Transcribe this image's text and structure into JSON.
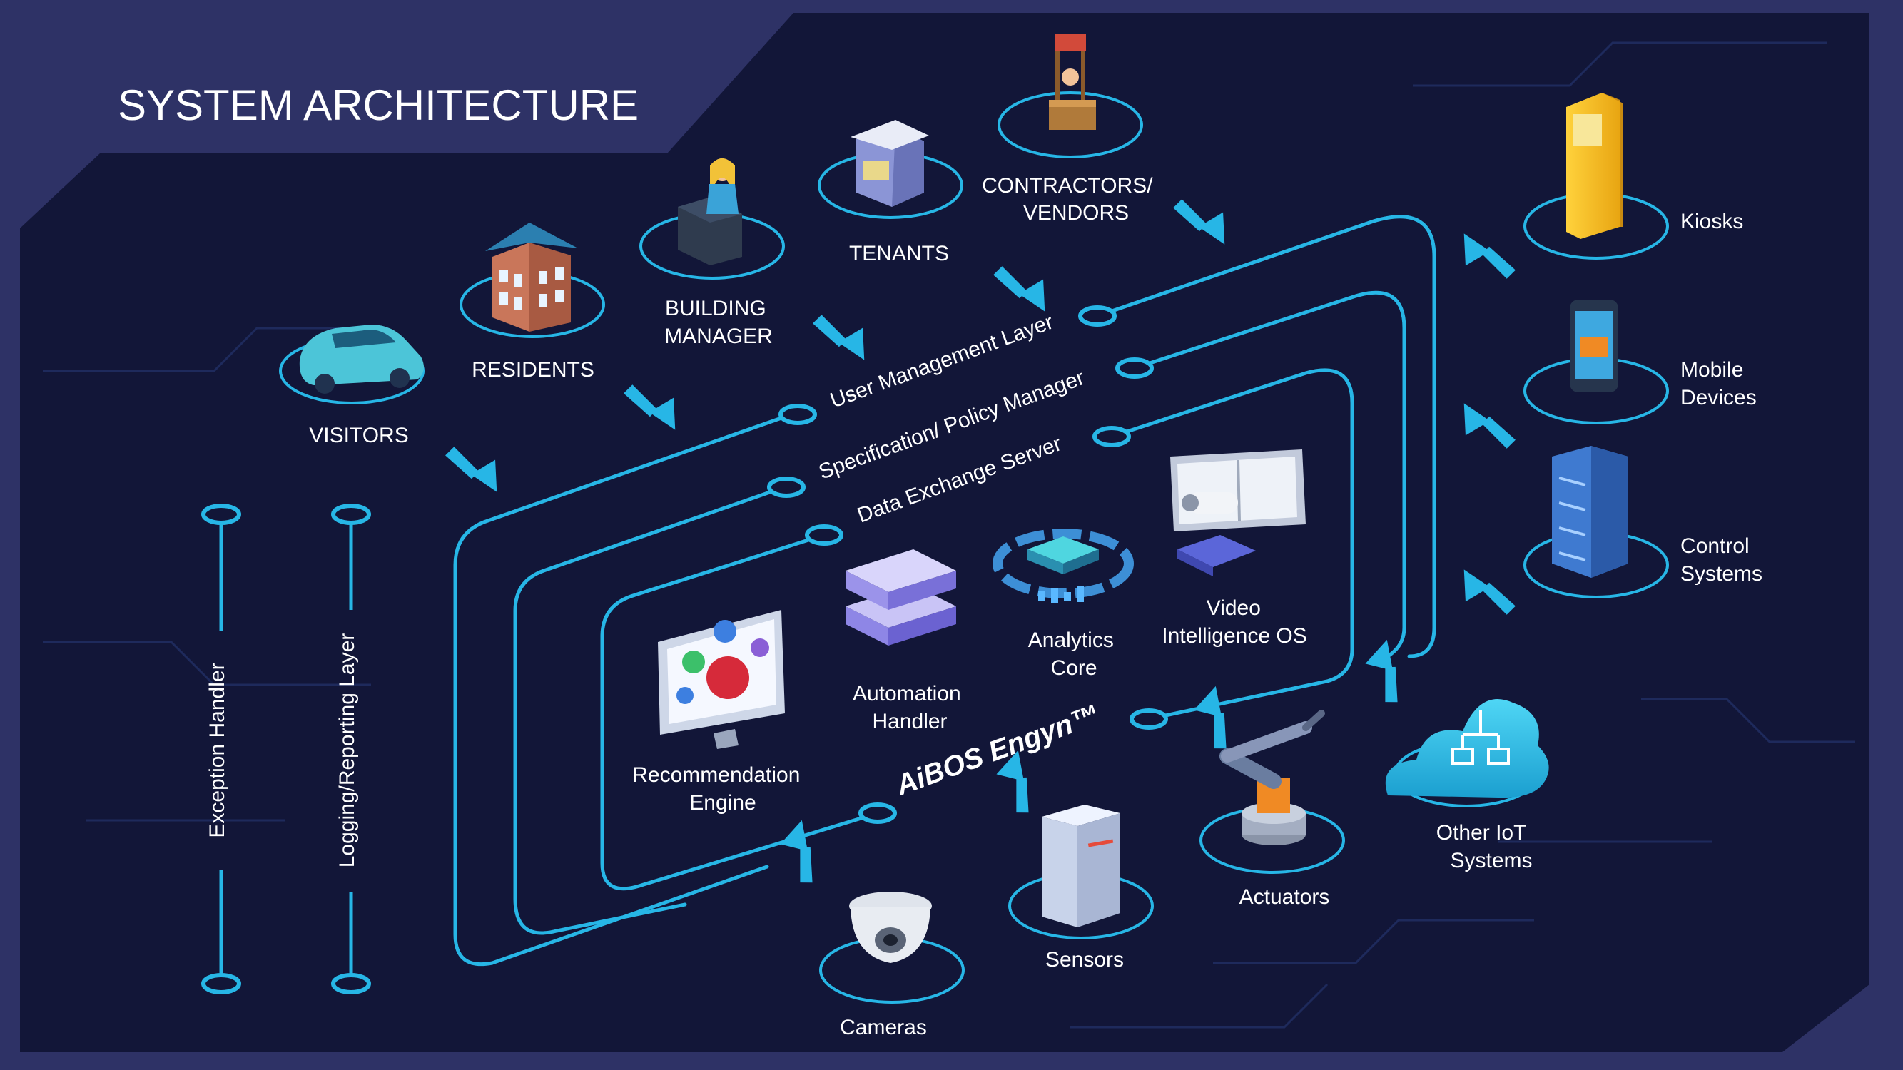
{
  "title": "SYSTEM ARCHITECTURE",
  "colors": {
    "background": "#121638",
    "frame": "#2e3266",
    "accent": "#27b6e6",
    "text": "#ffffff"
  },
  "stakeholders": {
    "visitors": [
      "VISITORS"
    ],
    "residents": [
      "RESIDENTS"
    ],
    "building_manager": [
      "BUILDING",
      "MANAGER"
    ],
    "tenants": [
      "TENANTS"
    ],
    "contractors": [
      "CONTRACTORS/",
      "VENDORS"
    ]
  },
  "devices": {
    "kiosks": [
      "Kiosks"
    ],
    "mobile": [
      "Mobile",
      "Devices"
    ],
    "control": [
      "Control",
      "Systems"
    ]
  },
  "layers": {
    "user_management": "User Management   Layer",
    "policy_manager": "Specification/ Policy Manager",
    "data_exchange": "Data Exchange Server"
  },
  "engine_name": "AiBOS Engyn™",
  "modules": {
    "recommendation": [
      "Recommendation",
      "Engine"
    ],
    "automation": [
      "Automation",
      "Handler"
    ],
    "analytics": [
      "Analytics",
      "Core"
    ],
    "video": [
      "Video",
      "Intelligence OS"
    ]
  },
  "inputs": {
    "cameras": [
      "Cameras"
    ],
    "sensors": [
      "Sensors"
    ],
    "actuators": [
      "Actuators"
    ],
    "other_iot": [
      "Other IoT",
      "Systems"
    ]
  },
  "side_bars": {
    "exception": "Exception Handler",
    "logging": "Logging/Reporting Layer"
  },
  "icons": [
    "car-icon",
    "building-icon",
    "manager-icon",
    "shop-icon",
    "kiosk-icon",
    "mobile-icon",
    "server-icon",
    "monitor-icon",
    "stack-icon",
    "chip-icon",
    "cctv-icon",
    "camera-icon",
    "sensor-icon",
    "robot-arm-icon",
    "cloud-icon"
  ]
}
